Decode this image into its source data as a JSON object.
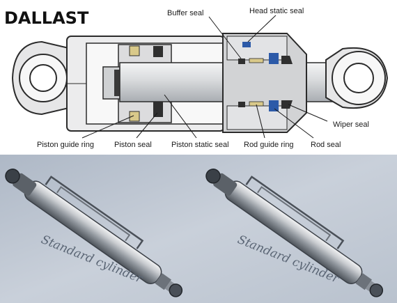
{
  "brand": "DALLAST",
  "labels": {
    "buffer_seal": "Buffer seal",
    "head_static_seal": "Head static seal",
    "wiper_seal": "Wiper seal",
    "piston_guide_ring": "Piston guide ring",
    "piston_seal": "Piston seal",
    "piston_static_seal": "Piston static seal",
    "rod_guide_ring": "Rod guide ring",
    "rod_seal": "Rod seal"
  },
  "photos": [
    {
      "caption": "Standard cylinder"
    },
    {
      "caption": "Standard cylinder"
    }
  ],
  "colors": {
    "outline": "#2b2b2b",
    "body_fill": "#e9e9ea",
    "rod_fill": "#d6d8da",
    "seal_dark": "#2f2f2f",
    "seal_blue": "#2c5aa8",
    "guide_ring": "#d9c98a",
    "photo_bg": "#c7ced8"
  }
}
